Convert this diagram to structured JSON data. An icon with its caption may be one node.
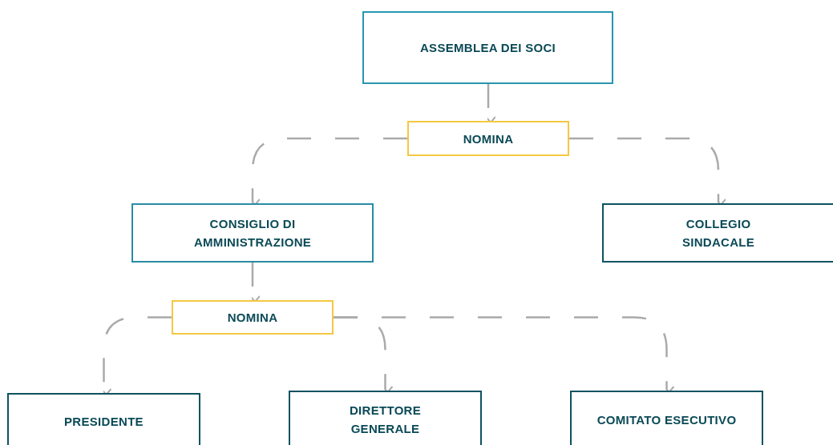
{
  "diagram": {
    "nodes": [
      {
        "text": [
          "ASSEMBLEA DEI SOCI"
        ]
      },
      {
        "text": [
          "NOMINA"
        ]
      },
      {
        "text": [
          "CONSIGLIO DI AMMINISTRAZIONE"
        ]
      },
      {
        "text": [
          "COLLEGIO SINDACALE"
        ]
      },
      {
        "text": [
          "NOMINA"
        ]
      },
      {
        "text": [
          "PRESIDENTE"
        ]
      },
      {
        "text": [
          "DIRETTORE GENERALE"
        ]
      },
      {
        "text": [
          "COMITATO ESECUTIVO"
        ]
      }
    ],
    "edges": [
      {
        "from": 0,
        "to": 1,
        "arrow": "to"
      },
      {
        "from": 1,
        "to": 2,
        "arrow": "to"
      },
      {
        "from": 1,
        "to": 3,
        "arrow": "to"
      },
      {
        "from": 2,
        "to": 4,
        "arrow": "to"
      },
      {
        "from": 4,
        "to": 5,
        "arrow": "to"
      },
      {
        "from": 4,
        "to": 6,
        "arrow": "to"
      },
      {
        "from": 4,
        "to": 7,
        "arrow": "to"
      }
    ]
  }
}
